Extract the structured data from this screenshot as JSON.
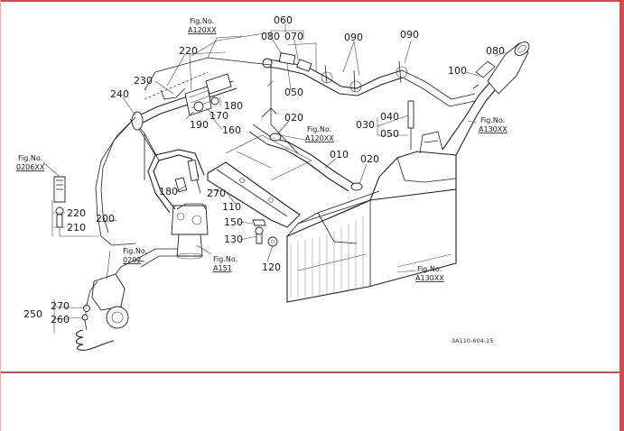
{
  "frame_color": "#d24a4a",
  "refs": {
    "a120_top": {
      "line1": "Fig.No.",
      "line2": "A120XX"
    },
    "a120_mid": {
      "line1": "Fig.No.",
      "line2": "A120XX"
    },
    "a130_right": {
      "line1": "Fig.No.",
      "line2": "A130XX"
    },
    "a130_bottom": {
      "line1": "Fig.No.",
      "line2": "A130XX"
    },
    "o206": {
      "line1": "Fig.No.",
      "line2": "0206XX"
    },
    "o202": {
      "line1": "Fig.No.",
      "line2": "0202"
    },
    "a151": {
      "line1": "Fig.No.",
      "line2": "A151"
    }
  },
  "parts": {
    "p060": "060",
    "p080a": "080",
    "p070": "070",
    "p090a": "090",
    "p090b": "090",
    "p080b": "080",
    "p100": "100",
    "p050a": "050",
    "p020a": "020",
    "p030": "030",
    "p040": "040",
    "p050b": "050",
    "p010": "010",
    "p020b": "020",
    "p220a": "220",
    "p230": "230",
    "p240": "240",
    "p180a": "180",
    "p170": "170",
    "p190": "190",
    "p160": "160",
    "p180b": "180",
    "p270a": "270",
    "p110": "110",
    "p150": "150",
    "p130": "130",
    "p120": "120",
    "p220b": "220",
    "p210": "210",
    "p200": "200",
    "p270b": "270",
    "p260": "260",
    "p250": "250"
  },
  "drawing_code": "3A110-604-15"
}
